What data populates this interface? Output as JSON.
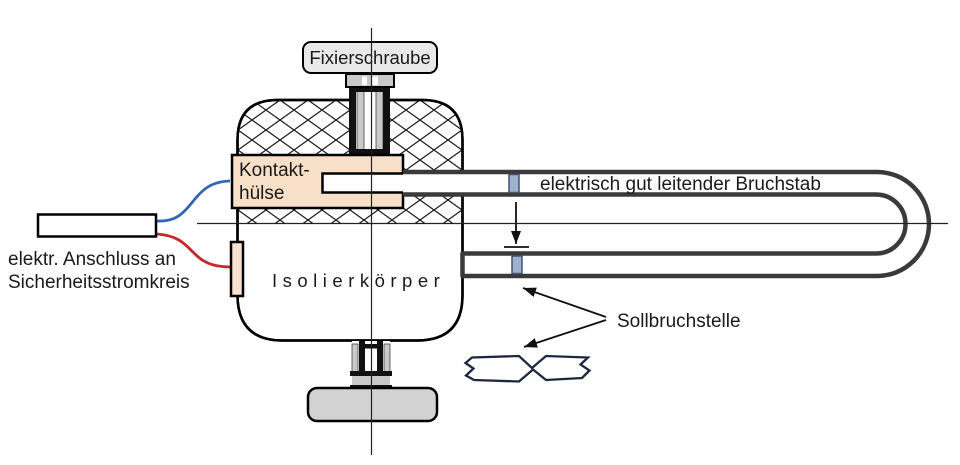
{
  "diagram": {
    "title_context": "safety breaking-rod temperature limiter schematic",
    "labels": {
      "fixing_screw": "Fixierschraube",
      "contact_sleeve_line1": "Kontakt-",
      "contact_sleeve_line2": "hülse",
      "breaking_rod": "elektrisch gut leitender Bruchstab",
      "insulating_body": "Isolierkörper",
      "connection_line1": "elektr. Anschluss an",
      "connection_line2": "Sicherheitsstromkreis",
      "breaking_point": "Sollbruchstelle"
    },
    "colors": {
      "sleeve_fill": "#f8e0c8",
      "pin_fill": "#f7e1d1",
      "wire_blue": "#3465b4",
      "wire_red": "#c9252b",
      "marker_fill": "#9fb2cd",
      "marker_stroke": "#44536e",
      "metal_gray": "#c9c9c9",
      "knob_gray": "#d2d2d2",
      "label_box_gray": "#e9e9e9",
      "rod_stroke": "#3a3a3a",
      "break_symbol_stroke": "#1f2740"
    }
  }
}
